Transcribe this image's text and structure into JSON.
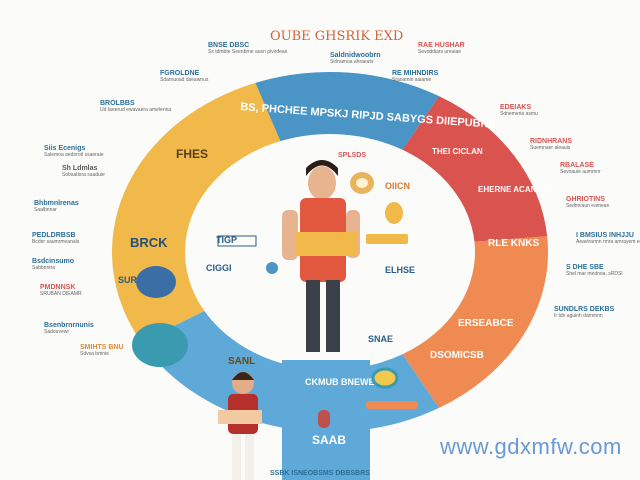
{
  "title": "OUBE GHSRIK EXD",
  "colors": {
    "yellow": "#f0b94a",
    "blue": "#4a94c6",
    "red": "#d9534f",
    "orange": "#ee8a52",
    "lightblue": "#5ea9d8",
    "teal": "#3a9bb0"
  },
  "ring_labels": {
    "top": "BS, PHCHEE MPSKJ RIPJD SABYGS DIIEPUBNS",
    "left_1": "FHES",
    "left_2": "BRCK",
    "left_3": "SURGES",
    "right_1": "THEI CICLAN",
    "right_2": "EHERNE ACANLAS",
    "right_3": "RLE KNKS",
    "right_4": "ERSEABCE",
    "bottom_1": "CKMUB BNEWE",
    "bottom_2": "SANL",
    "bottom_3": "SAAB",
    "bottom_4": "DSOMICSB"
  },
  "callouts": [
    {
      "heading": "BNSE DBSC",
      "text": "Ss tdmbte Seenbrne ausn plvirdeas"
    },
    {
      "heading": "Saldnidwoobrn",
      "text": "Sirlnamoa ahraeats"
    },
    {
      "heading": "FGROLDNE",
      "text": "Sdarnuoad dseawnus"
    },
    {
      "heading": "BROLBBS",
      "text": "Ud taeerud ewavaera amelenna"
    },
    {
      "heading": "Siis Ecenigs",
      "text": "Salemoa aednrotl ssaeraie"
    },
    {
      "heading": "Sh Ldmlas",
      "text": "Sobsatiora saaduie"
    },
    {
      "heading": "Bhbmnlrenas",
      "text": "Saalbnnar"
    },
    {
      "heading": "PEDLDRBSB",
      "text": "Bcdnr saumrmeanals"
    },
    {
      "heading": "PMDNNSK",
      "text": "SRUBAN DIEAMR"
    },
    {
      "heading": "Bsdcinsumo",
      "text": "Sabbnntra"
    },
    {
      "heading": "Bsenbrnrnunis",
      "text": "Sadouvewr"
    },
    {
      "heading": "SMIHTS BNU",
      "text": "Sdvsa bmnie"
    },
    {
      "heading": "RAE HUSHAR",
      "text": "Sevoddiars ureuiae"
    },
    {
      "heading": "RE MIHNDIRS",
      "text": "Sraoamin aiaame"
    },
    {
      "heading": "EDEIAKS",
      "text": "Sdnemena asmu"
    },
    {
      "heading": "RIDNHRANS",
      "text": "Suemnaer aleauis"
    },
    {
      "heading": "RBALASE",
      "text": "Sevoauie aummnr"
    },
    {
      "heading": "GHRIOTINS",
      "text": "Sedmvaun eamean"
    },
    {
      "heading": "I BMSIUS INHJJU",
      "text": "Aeavirarmn rmra amrayem edu"
    },
    {
      "heading": "S DHE SBE",
      "text": "Shel mar mednoa, sRDSI"
    },
    {
      "heading": "SUNDLRS DEKBS",
      "text": "Ir tdn aguinh dammnn"
    },
    {
      "heading": "SSBK ISNEOBSMS DBBSBRS",
      "text": ""
    }
  ],
  "inner_labels": [
    "SPLSDS",
    "OIICN",
    "TIGP",
    "CIGGI",
    "ELHSE",
    "SNAE"
  ],
  "watermark": "www.gdxmfw.com"
}
